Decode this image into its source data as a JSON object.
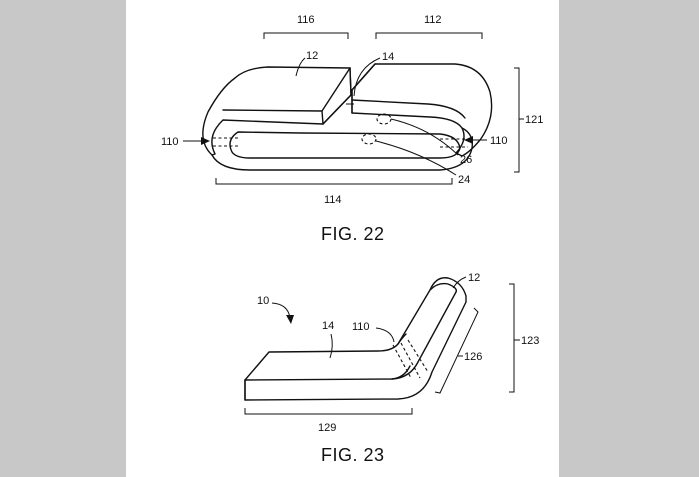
{
  "figures": [
    {
      "caption": "FIG. 22",
      "reference_numerals": [
        "116",
        "112",
        "12",
        "14",
        "121",
        "110",
        "110",
        "26",
        "24",
        "114"
      ]
    },
    {
      "caption": "FIG. 23",
      "reference_numerals": [
        "12",
        "10",
        "14",
        "110",
        "123",
        "126",
        "129"
      ]
    }
  ],
  "colors": {
    "background": "#c8c8c8",
    "page": "#ffffff",
    "ink": "#111111"
  }
}
